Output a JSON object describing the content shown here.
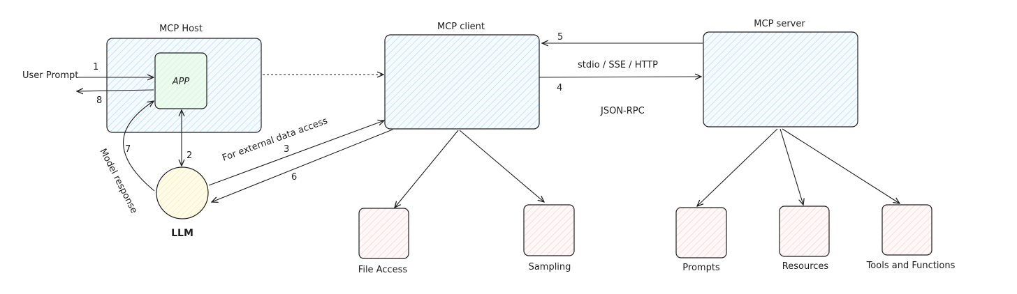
{
  "labels": {
    "mcp_host": "MCP Host",
    "mcp_client": "MCP client",
    "mcp_server": "MCP server",
    "app": "APP",
    "llm": "LLM",
    "user_prompt": "User Prompt",
    "transport": "stdio / SSE / HTTP",
    "protocol": "JSON-RPC",
    "external_access": "For external data access",
    "model_response": "Model response",
    "file_access": "File Access",
    "sampling": "Sampling",
    "prompts": "Prompts",
    "resources": "Resources",
    "tools": "Tools and Functions"
  },
  "steps": {
    "s1": "1",
    "s2": "2",
    "s3": "3",
    "s4": "4",
    "s5": "5",
    "s6": "6",
    "s7": "7",
    "s8": "8"
  },
  "colors": {
    "hatch_blue": "#a5d8ff",
    "hatch_red": "#ffc9c9",
    "app_fill": "#ebfbee",
    "llm_fill": "#fff9db",
    "stroke": "#1e1e1e"
  }
}
